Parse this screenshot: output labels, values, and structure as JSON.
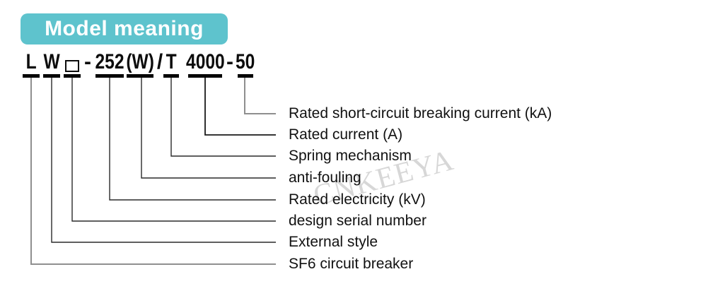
{
  "page": {
    "background": "#ffffff"
  },
  "header": {
    "title": "Model meaning",
    "bg_color": "#5ec3cd",
    "text_color": "#ffffff"
  },
  "watermark": {
    "text": "CNKEEYA",
    "color": "#d7d7d7"
  },
  "model": {
    "code_string": "L W □ - 252 (W) / T 4000 - 50",
    "segments": [
      {
        "code": "L",
        "meaning": "SF6 circuit breaker"
      },
      {
        "code": "W",
        "meaning": "External style"
      },
      {
        "code": "□",
        "meaning": "design serial number"
      },
      {
        "code": "252",
        "meaning": "Rated electricity (kV)"
      },
      {
        "code": "(W)",
        "meaning": "anti-fouling"
      },
      {
        "code": "T",
        "meaning": "Spring mechanism"
      },
      {
        "code": "4000",
        "meaning": "Rated current (A)"
      },
      {
        "code": "50",
        "meaning": "Rated short-circuit breaking current (kA)"
      }
    ],
    "separators": [
      {
        "text": "-"
      },
      {
        "text": "/"
      },
      {
        "text": "-"
      }
    ],
    "underline_color": "#000000",
    "line_color": "#2a2a2a",
    "line_color_light": "#8f8f8f",
    "label_color": "#111111"
  }
}
